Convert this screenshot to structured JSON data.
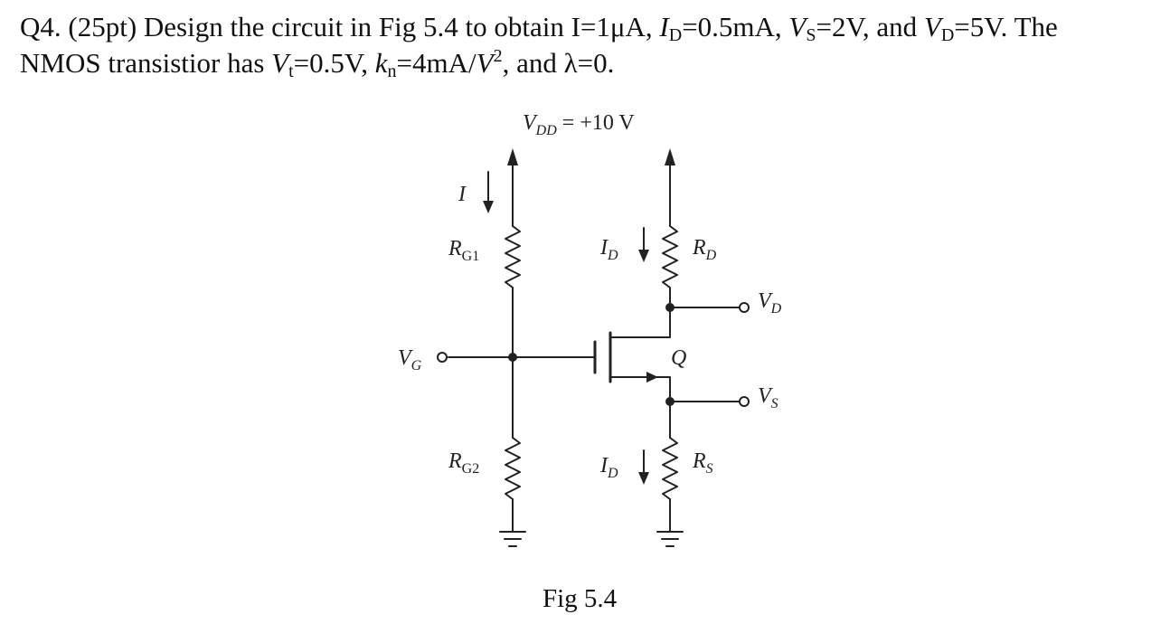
{
  "question": {
    "prefix": "Q4. (25pt) Design the circuit in Fig 5.4 to obtain I=1μA, ",
    "id_sym": "I",
    "id_sub": "D",
    "id_val": "=0.5mA, ",
    "vs_sym": "V",
    "vs_sub": "S",
    "vs_val": "=2V, and ",
    "vd_sym": "V",
    "vd_sub": "D",
    "vd_val": "=5V. The",
    "line2_prefix": "NMOS transistior has ",
    "vt_sym": "V",
    "vt_sub": "t",
    "vt_val": "=0.5V, ",
    "kn_sym": "k",
    "kn_sub": "n",
    "kn_val": "=4mA/",
    "kn_unit_sym": "V",
    "kn_unit_exp": "2",
    "tail": ", and λ=0."
  },
  "figure": {
    "vdd_sym": "V",
    "vdd_sub": "DD",
    "vdd_val": " = +10 V",
    "i_label": "I",
    "rg1": {
      "sym": "R",
      "sub": "G1"
    },
    "rg2": {
      "sym": "R",
      "sub": "G2"
    },
    "rd": {
      "sym": "R",
      "sub": "D"
    },
    "rs": {
      "sym": "R",
      "sub": "S"
    },
    "id_top": {
      "sym": "I",
      "sub": "D"
    },
    "id_bottom": {
      "sym": "I",
      "sub": "D"
    },
    "vg": {
      "sym": "V",
      "sub": "G"
    },
    "vd": {
      "sym": "V",
      "sub": "D"
    },
    "vs": {
      "sym": "V",
      "sub": "S"
    },
    "transistor": "Q",
    "caption": "Fig 5.4"
  }
}
